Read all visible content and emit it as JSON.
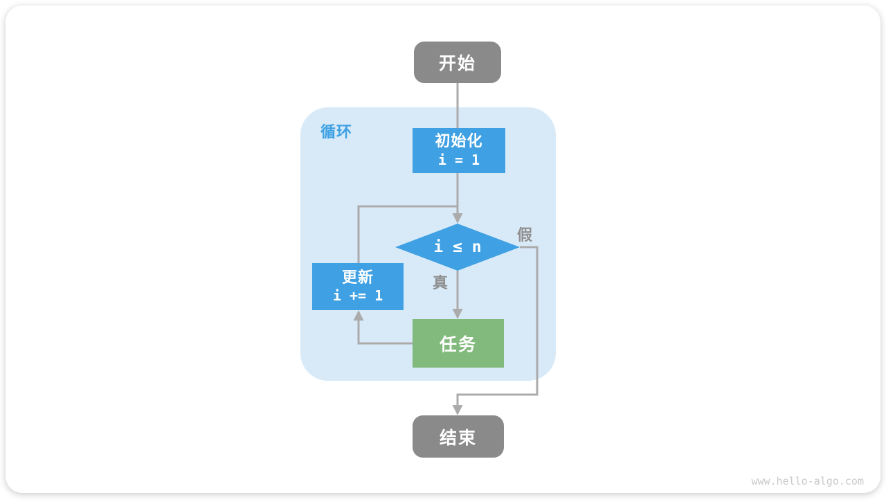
{
  "page": {
    "watermark": "www.hello-algo.com"
  },
  "colors": {
    "node_blue": "#3fa0e3",
    "node_green": "#82b97c",
    "node_gray": "#8a8a8a",
    "loop_container_fill": "#d8eaf8",
    "loop_label_blue": "#3da0e3",
    "line_gray": "#ababab",
    "edge_label_gray": "#8f8f8f",
    "watermark_gray": "#c9c9c9"
  },
  "flowchart": {
    "container_label": "循环",
    "nodes": {
      "start": {
        "label": "开始"
      },
      "init": {
        "label": "初始化",
        "code": "i = 1"
      },
      "condition": {
        "label": "i ≤ n"
      },
      "update": {
        "label": "更新",
        "code": "i += 1"
      },
      "task": {
        "label": "任务"
      },
      "end": {
        "label": "结束"
      }
    },
    "edge_labels": {
      "true": "真",
      "false": "假"
    }
  }
}
